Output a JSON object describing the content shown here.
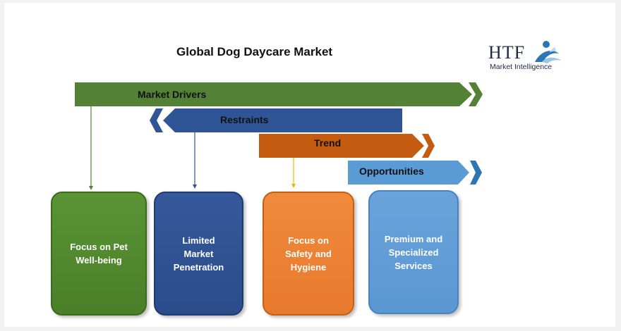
{
  "title": "Global Dog Daycare Market",
  "logo": {
    "main_text": "HTF",
    "sub_text": "Market Intelligence"
  },
  "banners": [
    {
      "label": "Market Drivers",
      "color": "#538135"
    },
    {
      "label": "Restraints",
      "color": "#2f5597"
    },
    {
      "label": "Trend",
      "color": "#c55a11"
    },
    {
      "label": "Opportunities",
      "color": "#5b9bd5"
    }
  ],
  "boxes": [
    {
      "label": "Focus on Pet\nWell-being",
      "color": "#4e8a2e"
    },
    {
      "label": "Limited\nMarket\nPenetration",
      "color": "#2f5597"
    },
    {
      "label": "Focus on\nSafety and\nHygiene",
      "color": "#ed7d31"
    },
    {
      "label": "Premium and\nSpecialized\nServices",
      "color": "#5b9bd5"
    }
  ]
}
